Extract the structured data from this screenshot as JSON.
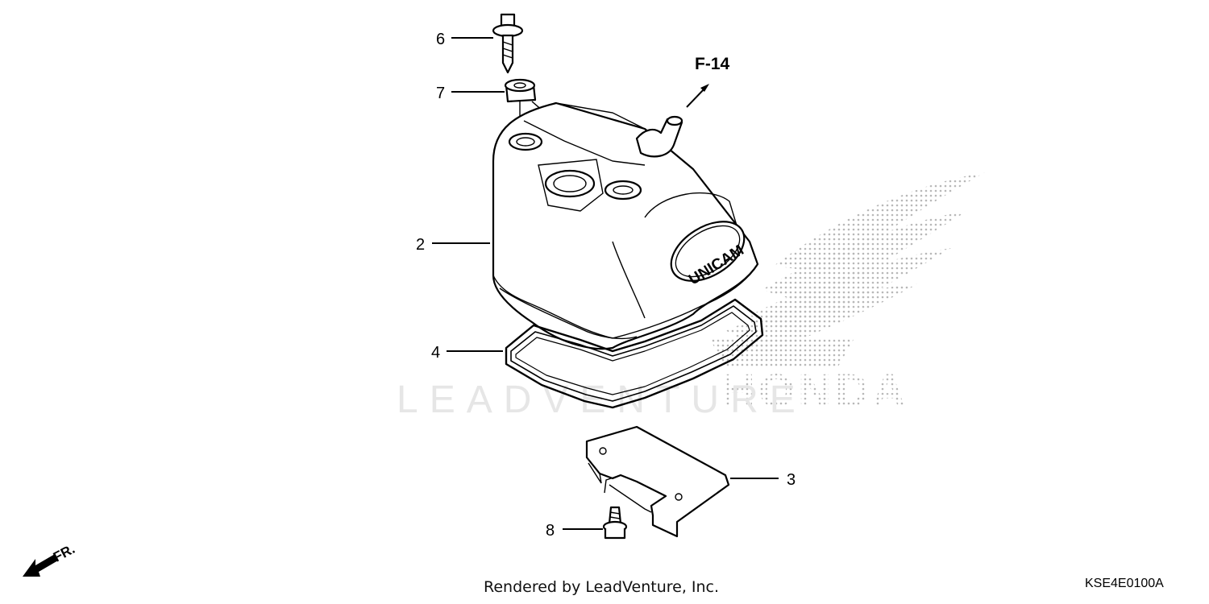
{
  "diagram": {
    "callouts": [
      {
        "id": "6",
        "label": "6",
        "part": "flange bolt"
      },
      {
        "id": "7",
        "label": "7",
        "part": "washer"
      },
      {
        "id": "2",
        "label": "2",
        "part": "cylinder head cover"
      },
      {
        "id": "4",
        "label": "4",
        "part": "gasket"
      },
      {
        "id": "3",
        "label": "3",
        "part": "bracket plate"
      },
      {
        "id": "8",
        "label": "8",
        "part": "flange bolt"
      }
    ],
    "cover_text": "UNICAM",
    "reference": "F-14",
    "front_indicator": "FR.",
    "watermark_text": "LEADVENTURE",
    "honda_text": "HONDA"
  },
  "footer": {
    "credit": "Rendered by LeadVenture, Inc.",
    "diagram_code": "KSE4E0100A"
  },
  "colors": {
    "line": "#000000",
    "watermark": "#e6e6e6",
    "honda_dots": "#b8b8b8"
  }
}
